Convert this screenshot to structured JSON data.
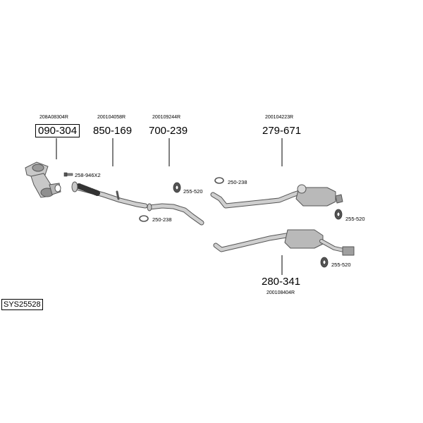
{
  "system_code": "SYS25528",
  "parts": [
    {
      "id": "catalyst",
      "part_number": "090-304",
      "ref": "208A08304R",
      "boxed": true
    },
    {
      "id": "front-pipe",
      "part_number": "850-169",
      "ref": "200104058R"
    },
    {
      "id": "intermediate-pipe",
      "part_number": "700-239",
      "ref": "200109244R"
    },
    {
      "id": "rear-silencer",
      "part_number": "279-671",
      "ref": "200104223R"
    },
    {
      "id": "alt-rear-silencer",
      "part_number": "280-341",
      "ref": "200108404R"
    }
  ],
  "accessories": [
    {
      "id": "bolt-kit",
      "label": "258-946X2",
      "icon": "bolt-icon"
    },
    {
      "id": "mount-1",
      "label": "255-520",
      "icon": "rubber-mount-icon"
    },
    {
      "id": "clamp-1",
      "label": "250-238",
      "icon": "clamp-icon"
    },
    {
      "id": "clamp-2",
      "label": "250-238",
      "icon": "clamp-icon"
    },
    {
      "id": "mount-2",
      "label": "255-520",
      "icon": "rubber-mount-icon"
    },
    {
      "id": "mount-3",
      "label": "255-520",
      "icon": "rubber-mount-icon"
    }
  ],
  "colors": {
    "part_fill": "#c8c8c8",
    "part_stroke": "#555555",
    "line": "#000000"
  }
}
